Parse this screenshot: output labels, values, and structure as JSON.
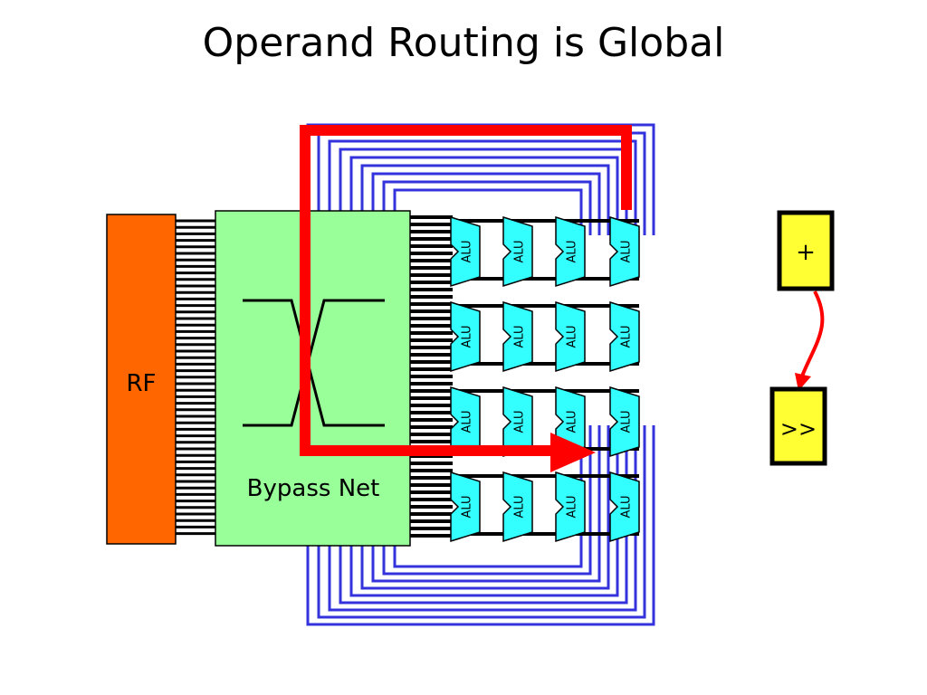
{
  "slide": {
    "title": "Operand Routing is Global"
  },
  "register_file": {
    "label": "RF",
    "color": "#ff6600"
  },
  "bypass_network": {
    "label": "Bypass Net",
    "color": "#99ff99"
  },
  "alu_array": {
    "unit_label": "ALU",
    "rows": 4,
    "cols": 4,
    "unit_color": "#33ffff",
    "wire_color": "#3333dd"
  },
  "highlight": {
    "route_color": "#ff0000"
  },
  "operations": {
    "source_label": "+",
    "target_label": ">>",
    "box_color": "#ffff33",
    "arrow_color": "#ff0000"
  }
}
